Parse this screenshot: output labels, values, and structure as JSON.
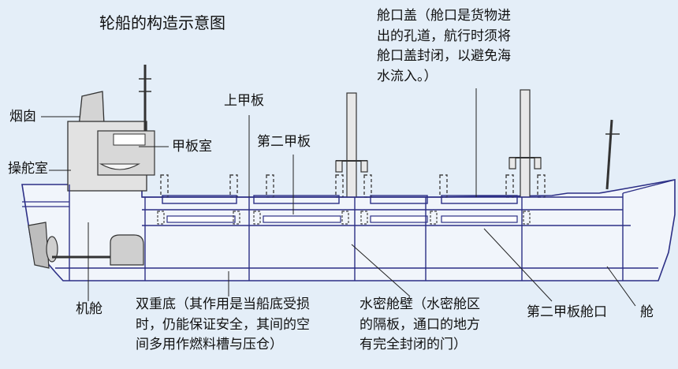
{
  "title": "轮船的构造示意图",
  "labels": {
    "chimney": "烟囱",
    "wheelhouse": "操舵室",
    "deckhouse": "甲板室",
    "upper_deck": "上甲板",
    "second_deck": "第二甲板",
    "engine_room": "机舱",
    "double_bottom": [
      "双重底（其作用是当船底受损",
      "时，仍能保证安全，其间的空",
      "间多用作燃料槽与压仓）"
    ],
    "bulkhead": [
      "水密舱壁（水密舱区",
      "的隔板，通口的地方",
      "有完全封闭的门）"
    ],
    "second_deck_hatch": "第二甲板舱口",
    "hold": "舱",
    "hatch_cover": [
      "舱口盖（舱口是货物进",
      "出的孔道，航行时须将",
      "舱口盖封闭，以避免海",
      "水流入。）"
    ]
  },
  "colors": {
    "background": "#e4eef8",
    "hull_line": "#2c2f86",
    "hull_fill": "#f1f5fb",
    "equipment": "#333333",
    "leader": "#222222"
  }
}
